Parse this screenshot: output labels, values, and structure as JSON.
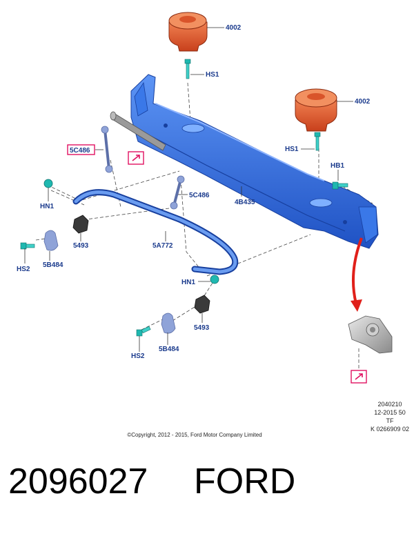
{
  "parts": {
    "mount_upper_left": "4002",
    "mount_upper_right": "4002",
    "screw_top": "HS1",
    "screw_right": "HS1",
    "bolt_right": "HB1",
    "link_boxed": "5C486",
    "link_center": "5C486",
    "beam": "4B435",
    "nut_left": "HN1",
    "nut_center": "HN1",
    "bushing_left": "5493",
    "bushing_lower": "5493",
    "stabilizer_bar": "5A772",
    "bracket_left": "5B484",
    "bracket_lower": "5B484",
    "screw_left": "HS2",
    "screw_lower": "HS2"
  },
  "meta": {
    "line1": "2040210",
    "line2": "12-2015 50",
    "line3": "TF",
    "line4": "K 0266909 02"
  },
  "copyright": "©Copyright, 2012 - 2015, Ford Motor Company Limited",
  "caption": {
    "part_number": "2096027",
    "brand": "FORD"
  },
  "colors": {
    "beam": "#2f6fe0",
    "mount": "#e5532a",
    "fastener": "#1fb8b0",
    "link": "#8fa3d8",
    "callout_box": "#e01060",
    "arrow": "#e0201a",
    "label": "#1a3a8c"
  },
  "icons": [
    "external-link-icon",
    "external-link-icon"
  ]
}
